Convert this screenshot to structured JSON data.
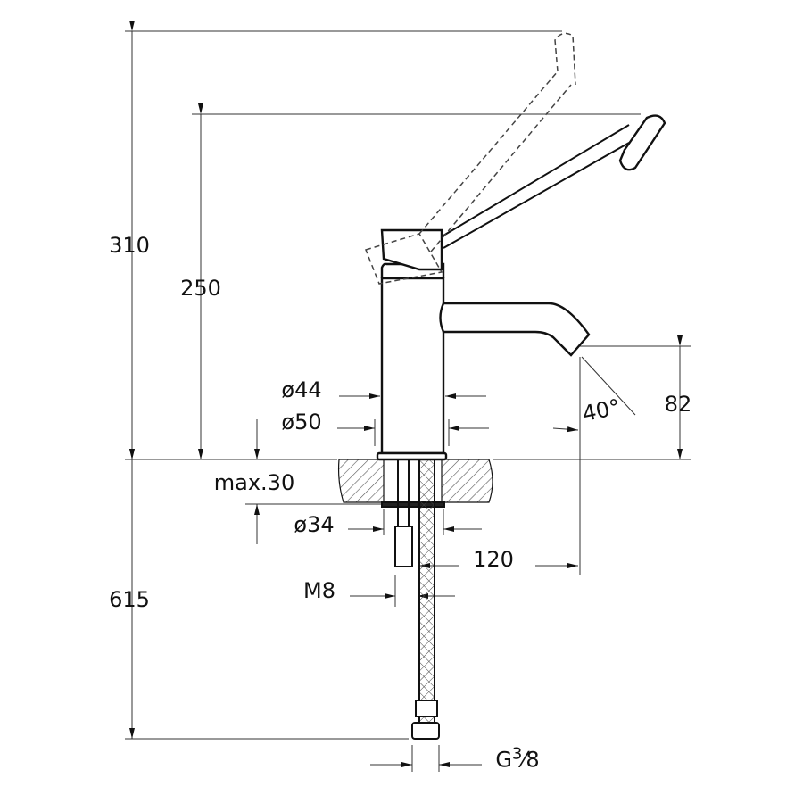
{
  "title": "Basin mixer technical dimension drawing",
  "colors": {
    "line": "#111111",
    "hatch": "#555555",
    "background": "#ffffff"
  },
  "dimensions": {
    "height_total": "310",
    "height_spout": "250",
    "dia_44": "ø44",
    "dia_50": "ø50",
    "max_deck": "max.30",
    "dia_34": "ø34",
    "projection": "120",
    "rod": "M8",
    "hose_length": "615",
    "spout_height": "82",
    "angle": "40°",
    "thread_g": "G",
    "thread_num": "3",
    "thread_den": "8"
  }
}
